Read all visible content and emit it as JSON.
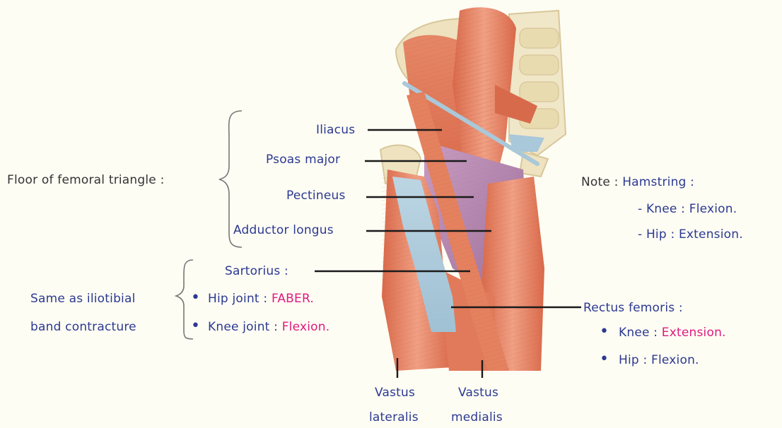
{
  "colors": {
    "background": "#fefdf4",
    "label_blue": "#2b3990",
    "label_dark": "#333333",
    "highlight_pink": "#e0197d",
    "muscle": "#e07a5a",
    "muscle_light": "#f2a487",
    "muscle_purple": "#b98ab4",
    "tendon_blue": "#a9c8d9",
    "bone": "#eee2bf"
  },
  "floor": {
    "title": "Floor of femoral triangle :",
    "items": [
      "Iliacus",
      "Psoas major",
      "Pectineus",
      "Adductor longus"
    ]
  },
  "sartorius": {
    "title": "Sartorius :",
    "hip_label": "Hip joint :",
    "hip_value": "FABER.",
    "knee_label": "Knee joint :",
    "knee_value": "Flexion.",
    "same_as_line1": "Same as iliotibial",
    "same_as_line2": "band contracture"
  },
  "note": {
    "prefix": "Note :",
    "title": "Hamstring :",
    "line1": "- Knee : Flexion.",
    "line2": "- Hip : Extension."
  },
  "rectus": {
    "title": "Rectus femoris :",
    "knee_label": "Knee :",
    "knee_value": "Extension.",
    "hip_line": "Hip : Flexion."
  },
  "vastus": {
    "lateral_line1": "Vastus",
    "lateral_line2": "lateralis",
    "medial_line1": "Vastus",
    "medial_line2": "medialis"
  },
  "icons": [
    "curly-brace-icon",
    "bullet-icon"
  ]
}
